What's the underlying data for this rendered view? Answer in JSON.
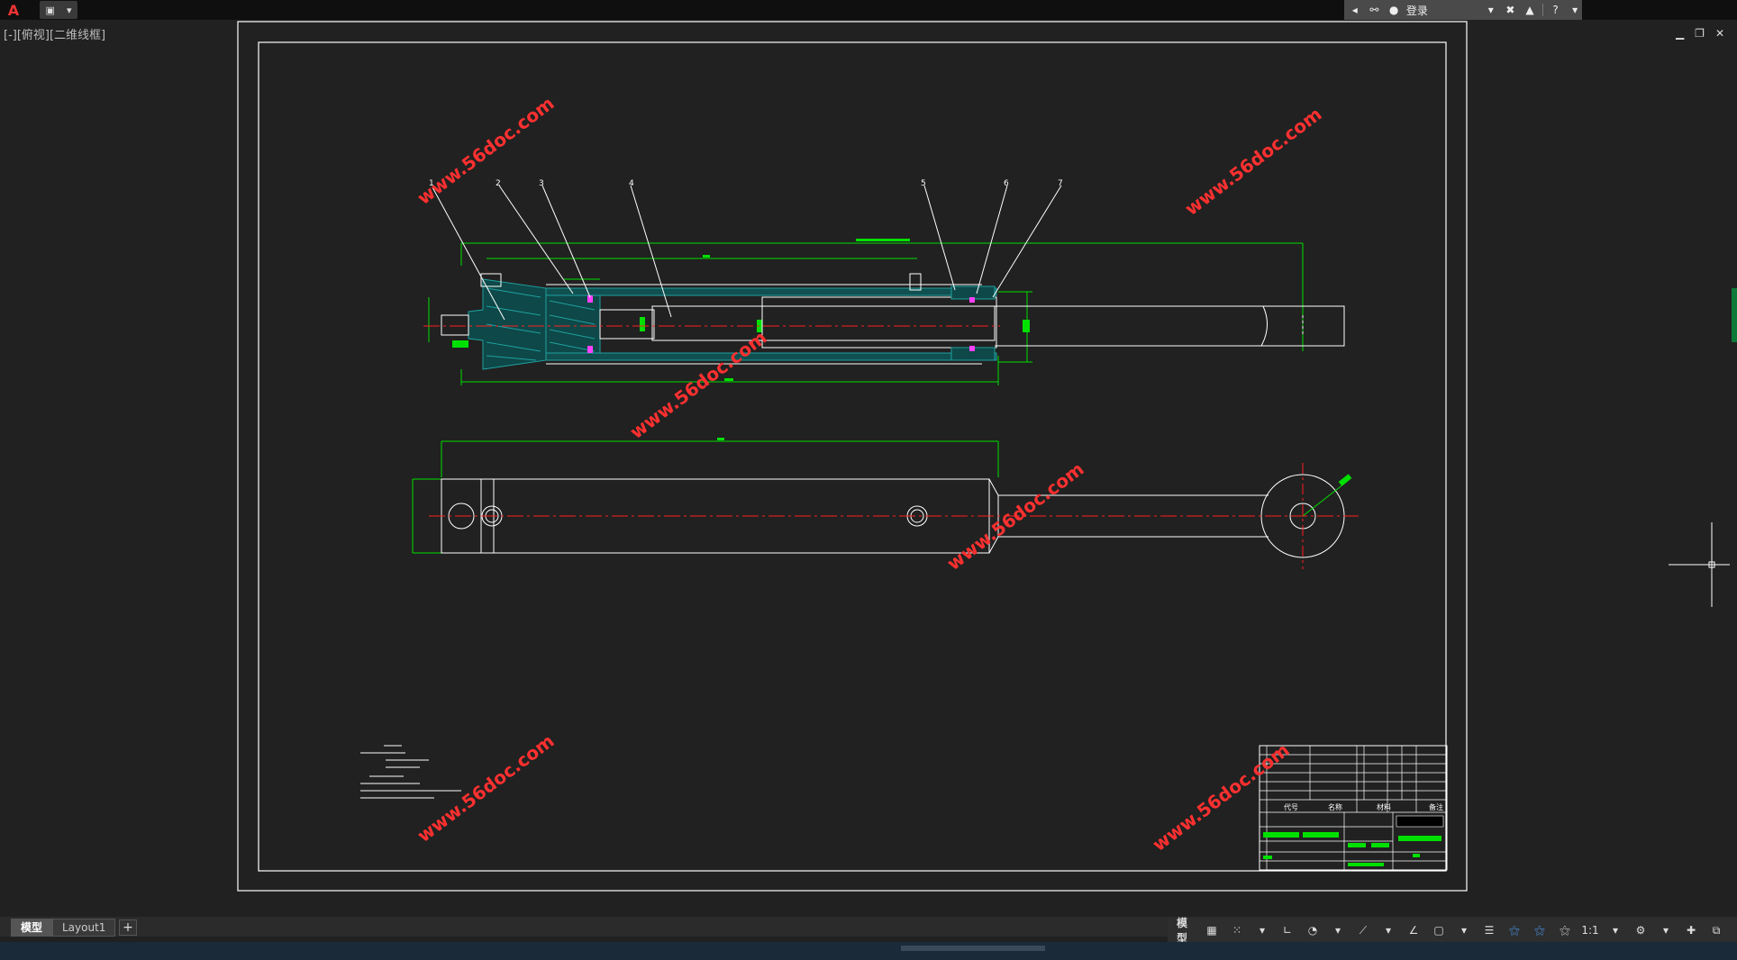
{
  "titlebar": {
    "logo_glyph": "A",
    "sign_in_label": "登录",
    "help_glyph": "?"
  },
  "viewport": {
    "label": "[-][俯视][二维线框]"
  },
  "window_controls": {
    "minimize": "▁",
    "restore": "❐",
    "close": "✕"
  },
  "watermark": "www.56doc.com",
  "part_labels": [
    "1",
    "2",
    "3",
    "4",
    "5",
    "6",
    "7"
  ],
  "tabs": [
    {
      "label": "模型",
      "active": true
    },
    {
      "label": "Layout1",
      "active": false
    }
  ],
  "tab_add": "+",
  "statusbar": {
    "model_label": "模型",
    "scale": "1:1"
  },
  "title_block": {
    "headers": [
      "代号",
      "名称",
      "材料",
      "备注"
    ]
  },
  "colors": {
    "background": "#212121",
    "frame": "#ffffff",
    "dimension": "#00e000",
    "centerline": "#ff2020",
    "watermark": "#ff3030",
    "hatch": "#20a0a0",
    "seal": "#ff40ff"
  }
}
